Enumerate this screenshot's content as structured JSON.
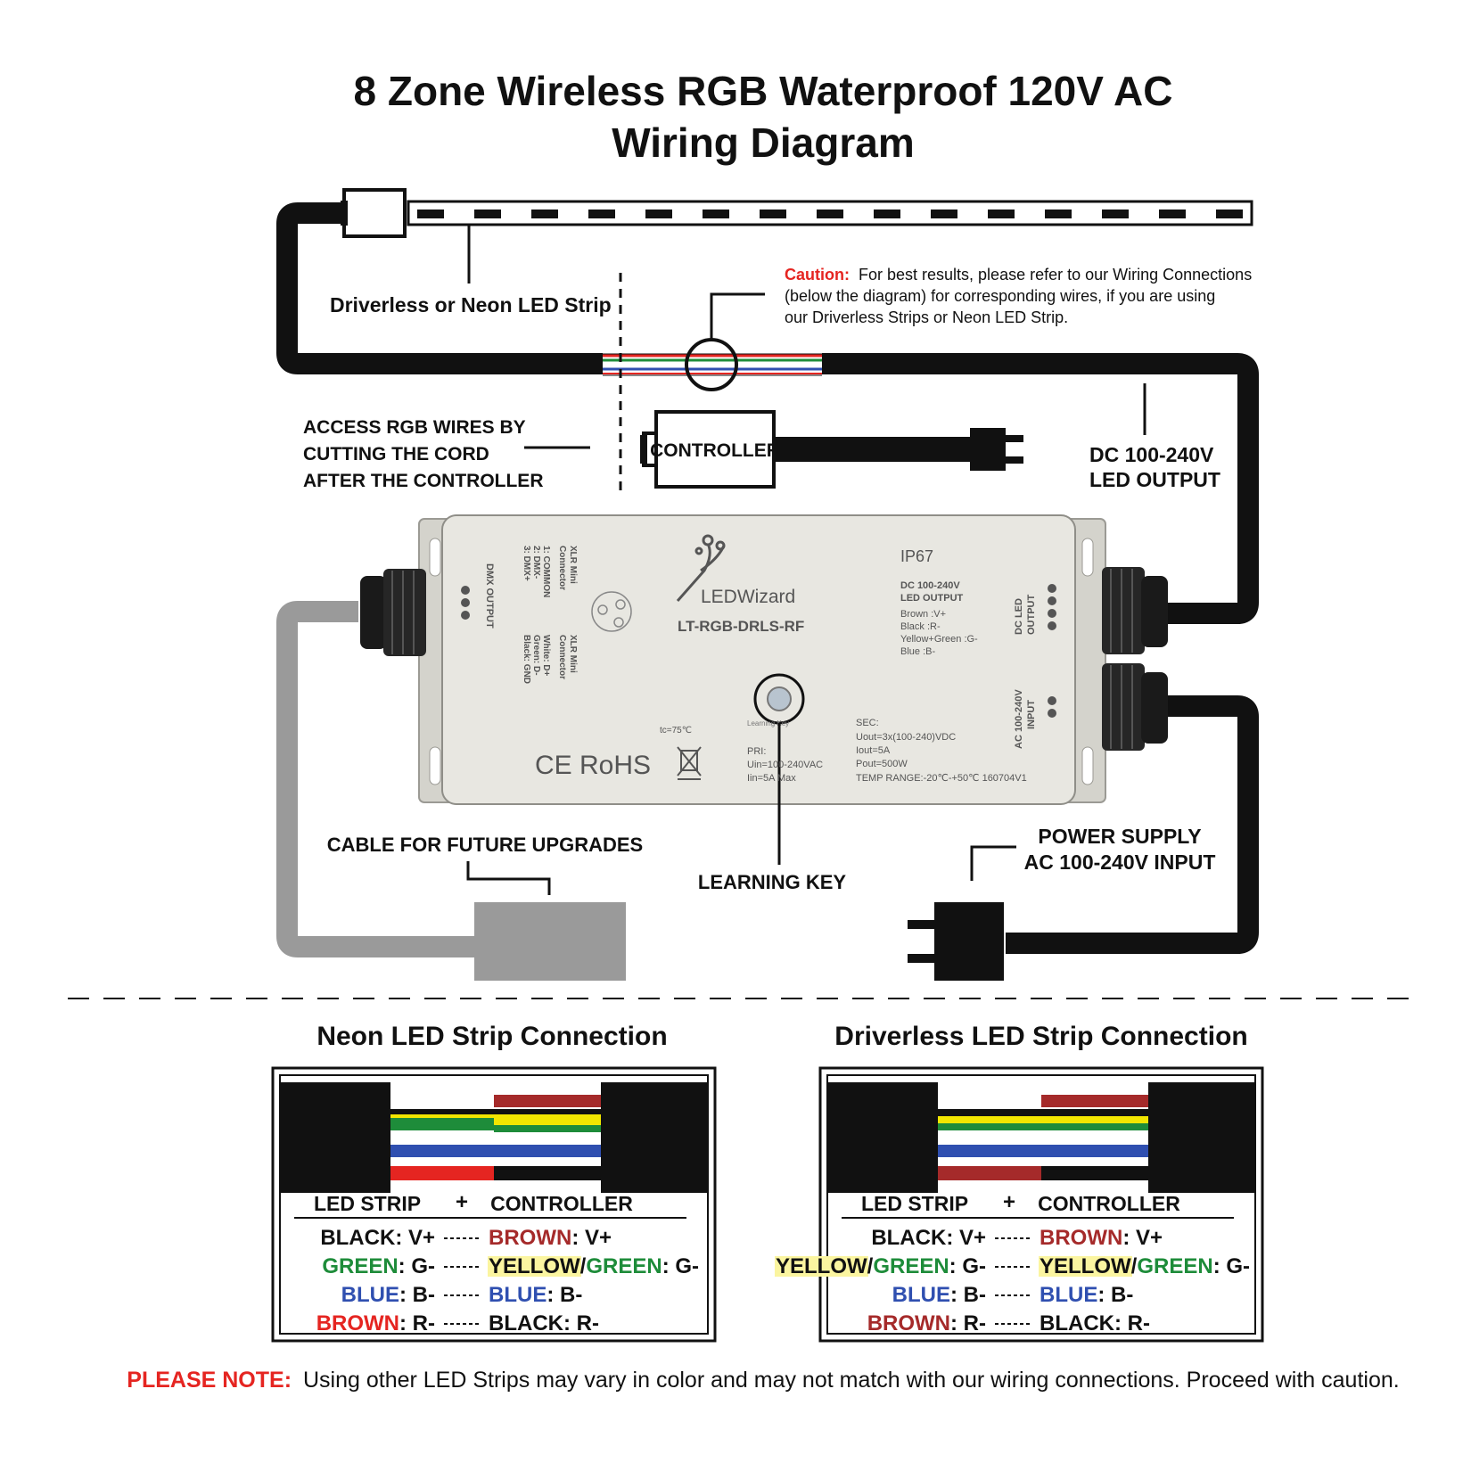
{
  "title": {
    "line1": "8 Zone Wireless RGB Waterproof 120V AC",
    "line2": "Wiring Diagram"
  },
  "callouts": {
    "strip": "Driverless or Neon LED Strip",
    "caution_label": "Caution:",
    "caution_lines": [
      "For best results, please refer to our Wiring Connections",
      "(below the diagram) for corresponding wires, if you are using",
      "our Driverless Strips or Neon LED Strip."
    ],
    "access_lines": [
      "ACCESS RGB WIRES BY",
      "CUTTING THE CORD",
      "AFTER THE CONTROLLER"
    ],
    "controller": "CONTROLLER",
    "dc_output_lines": [
      "DC 100-240V",
      "LED OUTPUT"
    ],
    "cable": "CABLE FOR FUTURE UPGRADES",
    "learning_key": "LEARNING KEY",
    "power_lines": [
      "POWER SUPPLY",
      "AC 100-240V INPUT"
    ]
  },
  "device": {
    "brand": "LEDWizard",
    "model": "LT-RGB-DRLS-RF",
    "ip": "IP67",
    "output_title": [
      "DC 100-240V",
      "LED OUTPUT"
    ],
    "output_wires": [
      "Brown :V+",
      "Black :R-",
      "Yellow+Green :G-",
      "Blue :B-"
    ],
    "side_right_top": [
      "DC LED",
      "OUTPUT"
    ],
    "side_right_bottom": [
      "AC 100-240V",
      "INPUT"
    ],
    "dmx_output": "DMX OUTPUT",
    "xlr_top": [
      "XLR Mini",
      "Connector"
    ],
    "xlr_top_pins": [
      "1: COMMON",
      "2: DMX-",
      "3: DMX+"
    ],
    "xlr_bottom": [
      "XLR Mini",
      "Connector"
    ],
    "xlr_bottom_pins": [
      "White: D+",
      "Green: D-",
      "Black: GND"
    ],
    "learning_small": "Learning Key",
    "tc": "tc=75℃",
    "certs": "CE RoHS",
    "pri": [
      "PRI:",
      "Uin=100-240VAC",
      "Iin=5A Max"
    ],
    "sec": [
      "SEC:",
      "Uout=3x(100-240)VDC",
      "Iout=5A",
      "Pout=500W",
      "TEMP RANGE:-20℃-+50℃ 160704V1"
    ]
  },
  "neon": {
    "title": "Neon LED Strip Connection",
    "col_left": "LED STRIP",
    "plus": "+",
    "col_right": "CONTROLLER",
    "rows": [
      {
        "left": [
          {
            "t": "BLACK",
            "c": "#111111"
          },
          {
            "t": ": V+",
            "c": "#111111"
          }
        ],
        "right": [
          {
            "t": "BROWN",
            "c": "#a52a2a"
          },
          {
            "t": ": V+",
            "c": "#111111"
          }
        ]
      },
      {
        "left": [
          {
            "t": "GREEN",
            "c": "#1e8c3a"
          },
          {
            "t": ": G-",
            "c": "#111111"
          }
        ],
        "right": [
          {
            "t": "YELLOW",
            "c": "#111111",
            "h": "#fbf5a0"
          },
          {
            "t": "/",
            "c": "#111111"
          },
          {
            "t": "GREEN",
            "c": "#1e8c3a"
          },
          {
            "t": ": G-",
            "c": "#111111"
          }
        ]
      },
      {
        "left": [
          {
            "t": "BLUE",
            "c": "#2f4fb0"
          },
          {
            "t": ": B-",
            "c": "#111111"
          }
        ],
        "right": [
          {
            "t": "BLUE",
            "c": "#2f4fb0"
          },
          {
            "t": ": B-",
            "c": "#111111"
          }
        ]
      },
      {
        "left": [
          {
            "t": "BROWN",
            "c": "#e52521"
          },
          {
            "t": ": R-",
            "c": "#111111"
          }
        ],
        "right": [
          {
            "t": "BLACK",
            "c": "#111111"
          },
          {
            "t": ": R-",
            "c": "#111111"
          }
        ]
      }
    ]
  },
  "driverless": {
    "title": "Driverless LED Strip Connection",
    "col_left": "LED STRIP",
    "plus": "+",
    "col_right": "CONTROLLER",
    "rows": [
      {
        "left": [
          {
            "t": "BLACK",
            "c": "#111111"
          },
          {
            "t": ": V+",
            "c": "#111111"
          }
        ],
        "right": [
          {
            "t": "BROWN",
            "c": "#a52a2a"
          },
          {
            "t": ": V+",
            "c": "#111111"
          }
        ]
      },
      {
        "left": [
          {
            "t": "YELLOW",
            "c": "#111111",
            "h": "#fbf5a0"
          },
          {
            "t": "/",
            "c": "#111111"
          },
          {
            "t": "GREEN",
            "c": "#1e8c3a"
          },
          {
            "t": ": G-",
            "c": "#111111"
          }
        ],
        "right": [
          {
            "t": "YELLOW",
            "c": "#111111",
            "h": "#fbf5a0"
          },
          {
            "t": "/",
            "c": "#111111"
          },
          {
            "t": "GREEN",
            "c": "#1e8c3a"
          },
          {
            "t": ": G-",
            "c": "#111111"
          }
        ]
      },
      {
        "left": [
          {
            "t": "BLUE",
            "c": "#2f4fb0"
          },
          {
            "t": ": B-",
            "c": "#111111"
          }
        ],
        "right": [
          {
            "t": "BLUE",
            "c": "#2f4fb0"
          },
          {
            "t": ": B-",
            "c": "#111111"
          }
        ]
      },
      {
        "left": [
          {
            "t": "BROWN",
            "c": "#a52a2a"
          },
          {
            "t": ": R-",
            "c": "#111111"
          }
        ],
        "right": [
          {
            "t": "BLACK",
            "c": "#111111"
          },
          {
            "t": ": R-",
            "c": "#111111"
          }
        ]
      }
    ]
  },
  "note": {
    "label": "PLEASE NOTE:",
    "text": "Using other LED Strips may vary in color and may not match with our wiring connections. Proceed with caution."
  },
  "colors": {
    "red": "#e52521",
    "brown": "#a52a2a",
    "green": "#1e8c3a",
    "blue": "#2f4fb0",
    "yellow": "#f2e600",
    "black": "#111111",
    "gray": "#9a9a9a",
    "device": "#e8e7e1"
  }
}
